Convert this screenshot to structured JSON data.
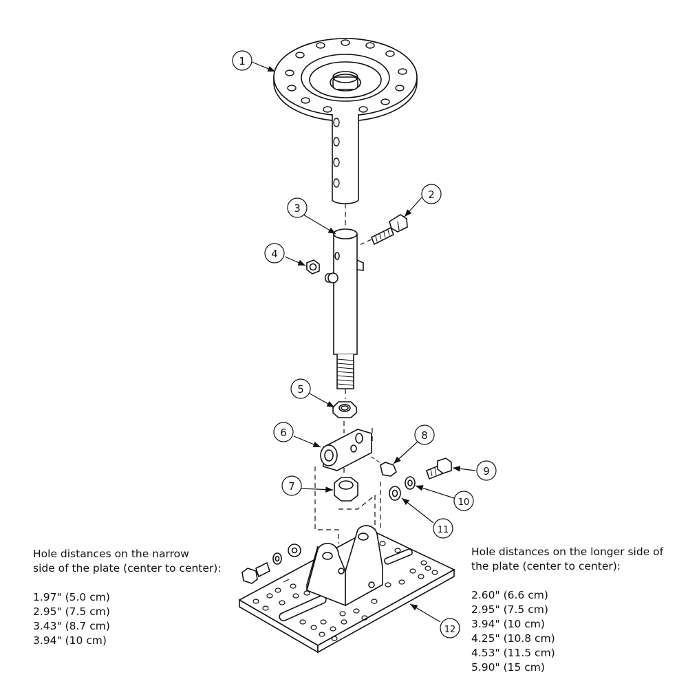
{
  "callouts": [
    "1",
    "2",
    "3",
    "4",
    "5",
    "6",
    "7",
    "8",
    "9",
    "10",
    "11",
    "12"
  ],
  "narrow_side": {
    "heading_line1": "Hole distances on the narrow",
    "heading_line2": "side of the plate (center to center):",
    "values": [
      "1.97\" (5.0 cm)",
      "2.95\" (7.5 cm)",
      "3.43\" (8.7 cm)",
      "3.94\" (10 cm)"
    ]
  },
  "longer_side": {
    "heading_line1": "Hole distances on the longer side of",
    "heading_line2": "the plate (center to center):",
    "values": [
      "2.60\" (6.6 cm)",
      "2.95\" (7.5 cm)",
      "3.94\" (10 cm)",
      "4.25\" (10.8 cm)",
      "4.53\" (11.5 cm)",
      "5.90\" (15 cm)"
    ]
  }
}
